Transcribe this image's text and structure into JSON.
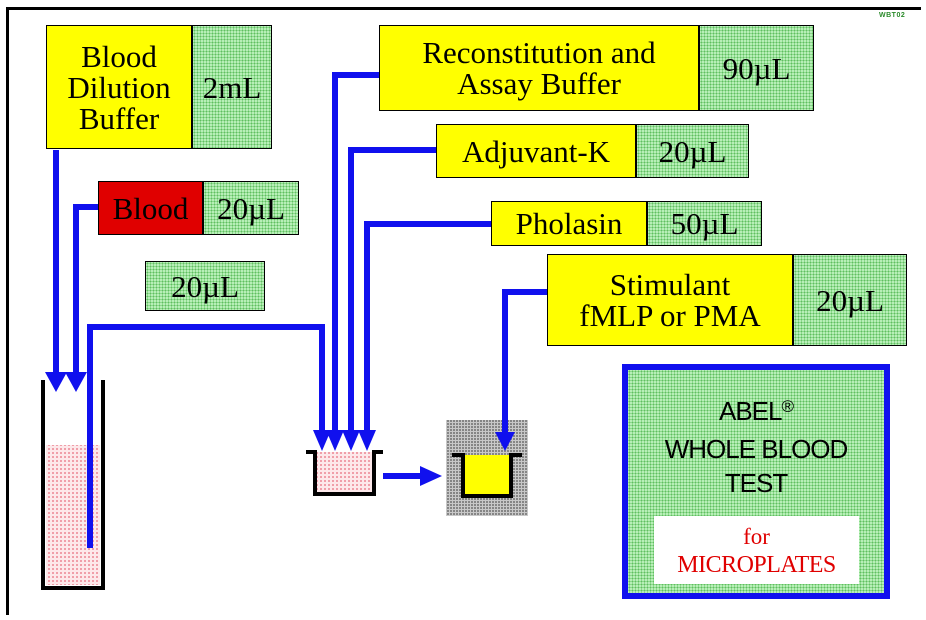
{
  "figure_code": "WBT02",
  "reagents": {
    "blood_dilution_buffer": {
      "label_lines": [
        "Blood",
        "Dilution",
        "Buffer"
      ],
      "volume": "2mL"
    },
    "blood": {
      "label": "Blood",
      "volume": "20µL"
    },
    "transfer": {
      "volume": "20µL"
    },
    "reconstitution_buffer": {
      "label_lines": [
        "Reconstitution and",
        "Assay Buffer"
      ],
      "volume": "90µL"
    },
    "adjuvant": {
      "label": "Adjuvant-K",
      "volume": "20µL"
    },
    "pholasin": {
      "label": "Pholasin",
      "volume": "50µL"
    },
    "stimulant": {
      "label_lines": [
        "Stimulant",
        "fMLP or PMA"
      ],
      "volume": "20µL"
    }
  },
  "panel": {
    "title_lines": [
      "ABEL",
      "WHOLE BLOOD",
      "TEST"
    ],
    "registered_mark": "®",
    "for_text": "for",
    "microplates_text": "MICROPLATES"
  },
  "colors": {
    "arrow": "#1010ee",
    "label_fill": "#ffff00",
    "blood_fill": "#e00000",
    "volume_fill": "#b7efb7",
    "accent_text": "#e00000"
  }
}
